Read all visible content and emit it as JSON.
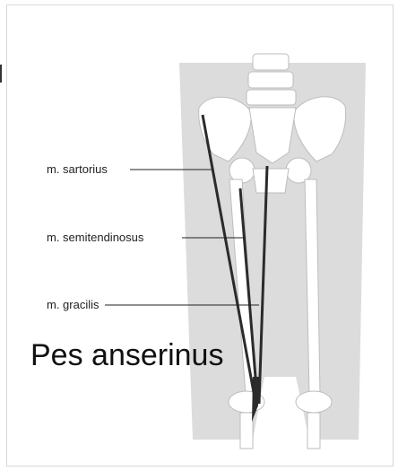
{
  "diagram": {
    "labels": {
      "sartorius": "m. sartorius",
      "semitendinosus": "m. semitendinosus",
      "gracilis": "m. gracilis"
    },
    "caption": "Pes anserinus"
  },
  "colors": {
    "bone": "#dcdcdc",
    "bone_edge": "#bdbdbd",
    "muscle": "#2b2b2b",
    "frame": "#d7d7d2"
  }
}
